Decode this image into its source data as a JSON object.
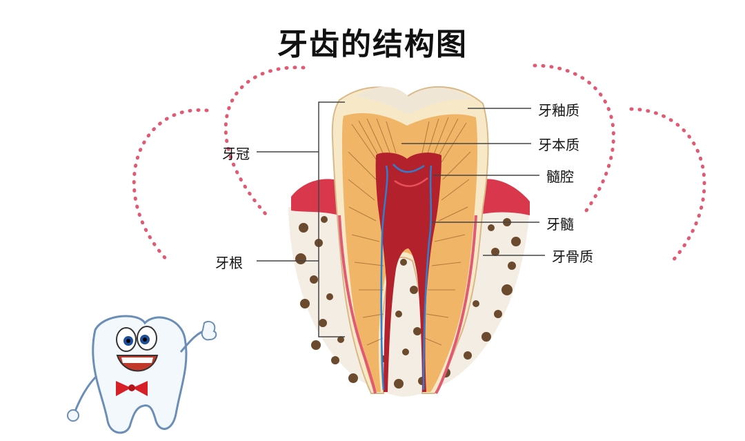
{
  "title": "牙齿的结构图",
  "labels": {
    "enamel": "牙釉质",
    "dentin": "牙本质",
    "pulp_cavity": "髓腔",
    "pulp": "牙髓",
    "cementum": "牙骨质",
    "crown": "牙冠",
    "root": "牙根"
  },
  "colors": {
    "dots": "#e05a73",
    "enamel": "#f7e8c8",
    "dentin": "#f0b566",
    "pulp": "#b3222c",
    "gum": "#d9384c",
    "bone": "#6b4a2e",
    "vessel_blue": "#2f7fd0"
  },
  "icons": {
    "mascot": "smiling-tooth-mascot-icon"
  }
}
